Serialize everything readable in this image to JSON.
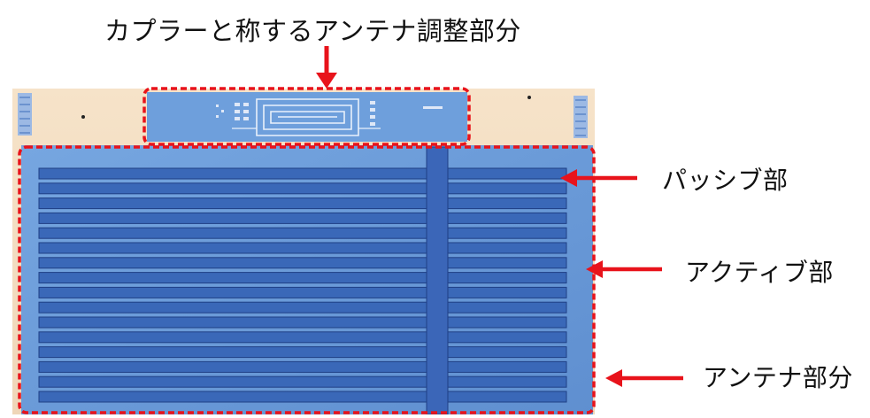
{
  "labels": {
    "coupler": "カプラーと称するアンテナ調整部分",
    "passive": "パッシブ部",
    "active": "アクティブ部",
    "antenna": "アンテナ部分"
  },
  "colors": {
    "board": "#f3dcc0",
    "antenna_fill": "#6a9ad8",
    "coupler_fill": "#6e9fdc",
    "strip_fill": "#3a68b8",
    "strip_outline": "#1f3f85",
    "bus_bar": "#3b66b8",
    "highlight": "#e8131b",
    "arrow": "#e8131b"
  },
  "diagram": {
    "strip_count": 16,
    "icons": [
      "coupler-coil-icon",
      "arrow-down-icon",
      "arrow-left-icon"
    ]
  }
}
